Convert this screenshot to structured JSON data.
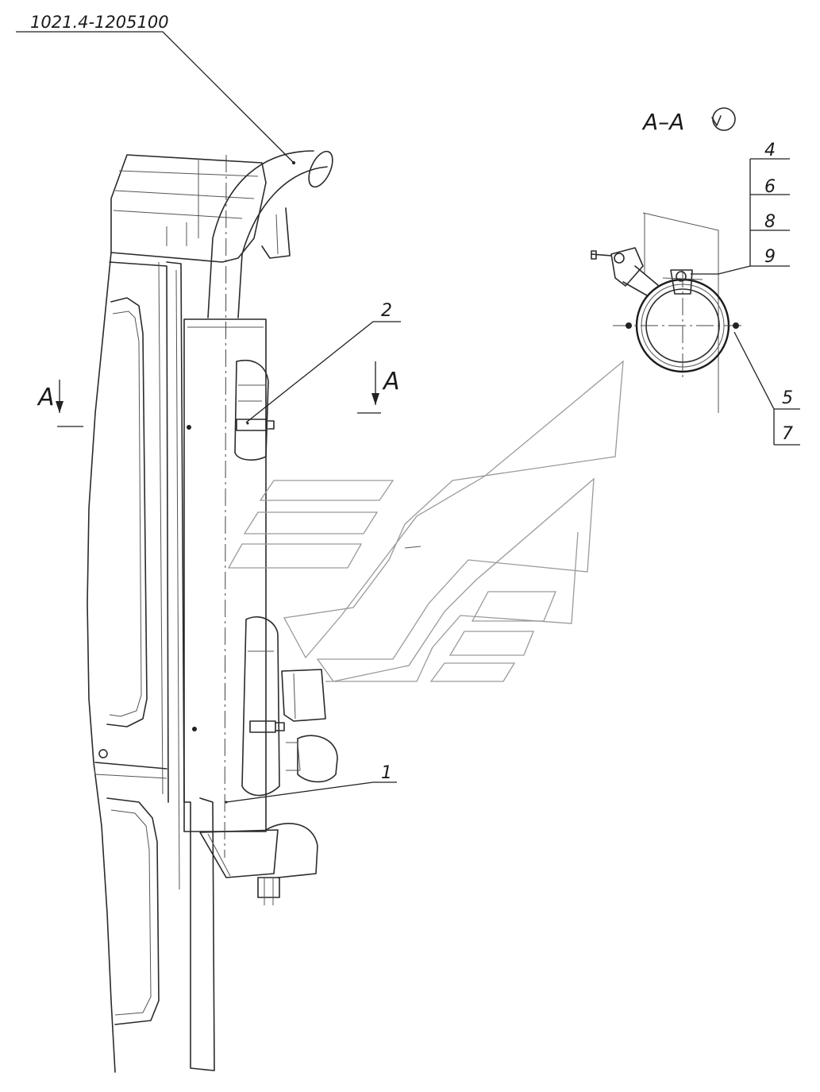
{
  "drawing": {
    "part_number": "1021.4-1205100",
    "section_view_label": "A–A",
    "section_marker_left": "A",
    "section_marker_right": "A",
    "callouts": {
      "c1": "1",
      "c2": "2",
      "c4": "4",
      "c5": "5",
      "c6": "6",
      "c7": "7",
      "c8": "8",
      "c9": "9"
    }
  }
}
